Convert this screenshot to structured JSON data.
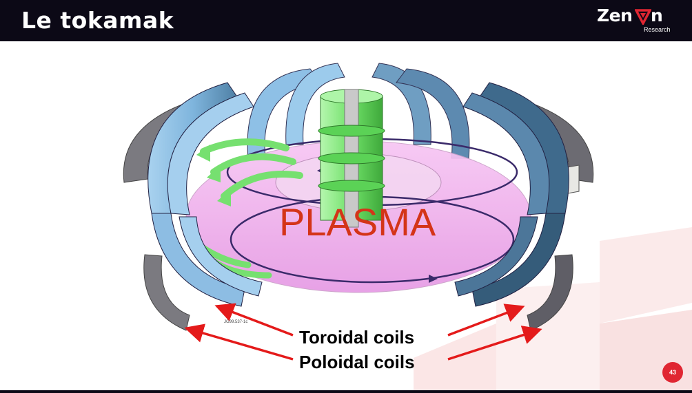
{
  "slide": {
    "title": "Le tokamak",
    "page_number": "43"
  },
  "logo": {
    "brand_left": "Zen",
    "brand_right": "n",
    "sub": "Research",
    "mark_color": "#e02632"
  },
  "diagram": {
    "center_label": "PLASMA",
    "small_id": "JG99.537-1c",
    "labels": {
      "toroidal": "Toroidal coils",
      "poloidal": "Poloidal coils"
    }
  },
  "colors": {
    "header_bg": "#0c0916",
    "accent_red": "#e02632",
    "plasma_text": "#d43418",
    "coil_blue": "#8fbfe3",
    "solenoid_green": "#7ee87a",
    "plasma_pink": "#f4b2f0",
    "poloidal_gray": "#8a8a90"
  }
}
